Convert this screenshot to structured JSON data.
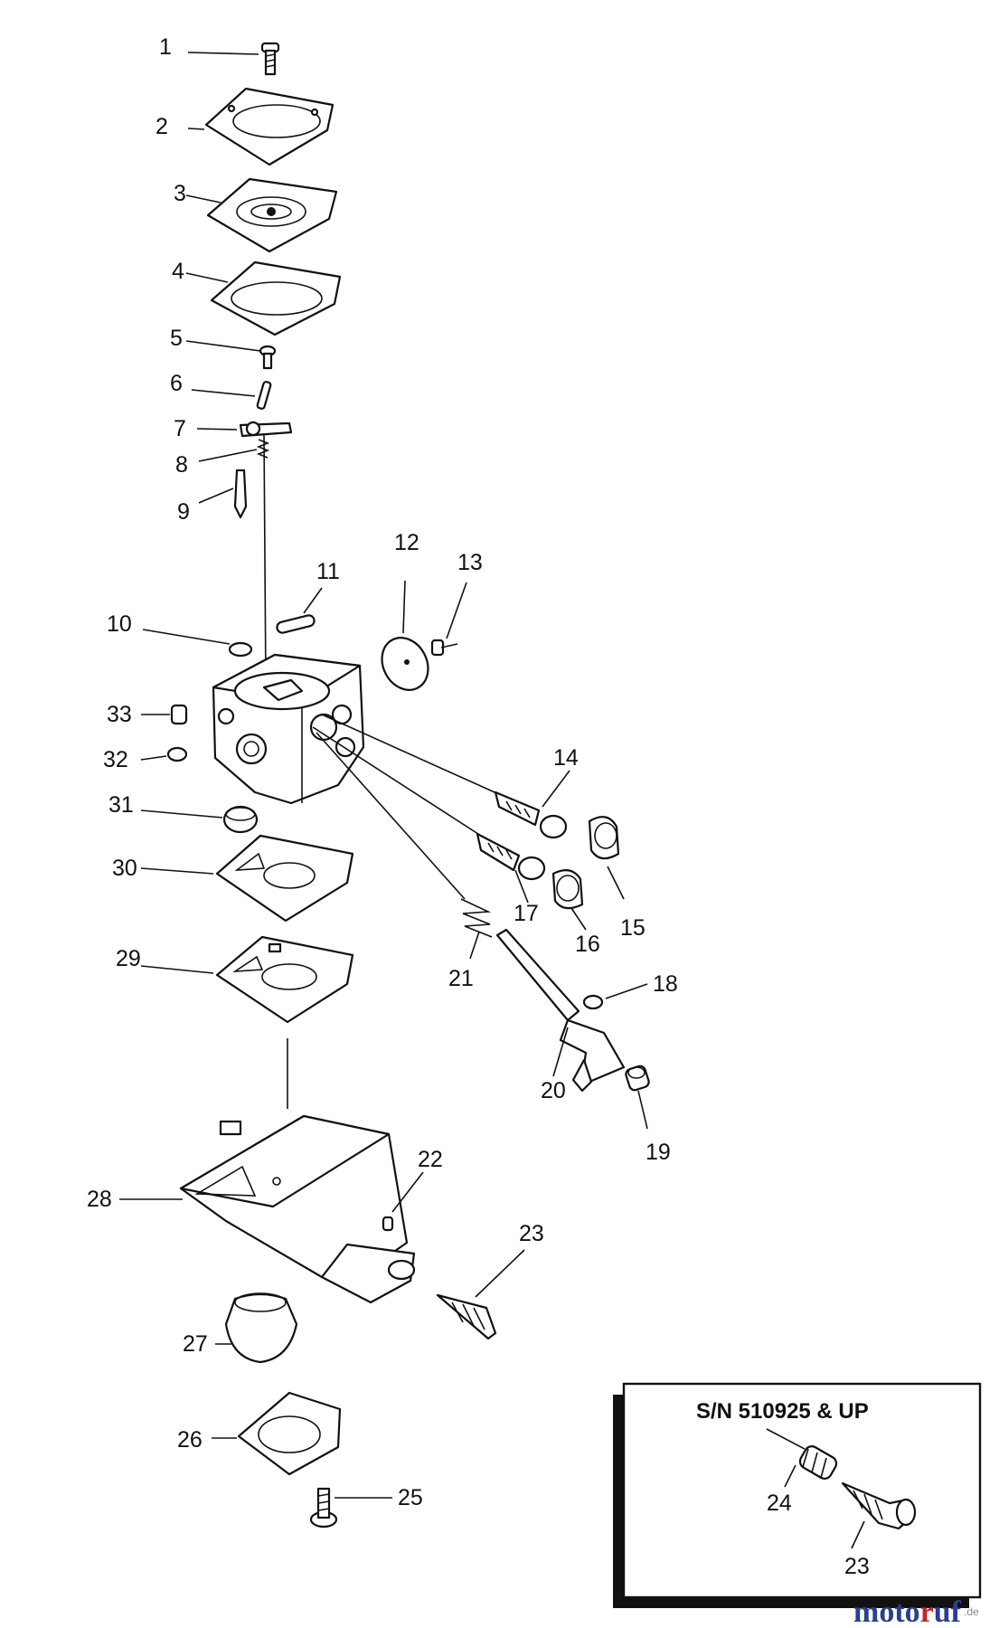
{
  "labels": {
    "p1": "1",
    "p2": "2",
    "p3": "3",
    "p4": "4",
    "p5": "5",
    "p6": "6",
    "p7": "7",
    "p8": "8",
    "p9": "9",
    "p10": "10",
    "p11": "11",
    "p12": "12",
    "p13": "13",
    "p14": "14",
    "p15": "15",
    "p16": "16",
    "p17": "17",
    "p18": "18",
    "p19": "19",
    "p20": "20",
    "p21": "21",
    "p22": "22",
    "p23": "23",
    "p25": "25",
    "p26": "26",
    "p27": "27",
    "p28": "28",
    "p29": "29",
    "p30": "30",
    "p31": "31",
    "p32": "32",
    "p33": "33"
  },
  "inset": {
    "title": "S/N 510925 & UP",
    "label_24": "24",
    "label_23": "23"
  },
  "watermark": {
    "name": "motoruf",
    "tld": ".de",
    "colors": {
      "blue": "#2b3f8f",
      "red": "#c0262c"
    }
  }
}
